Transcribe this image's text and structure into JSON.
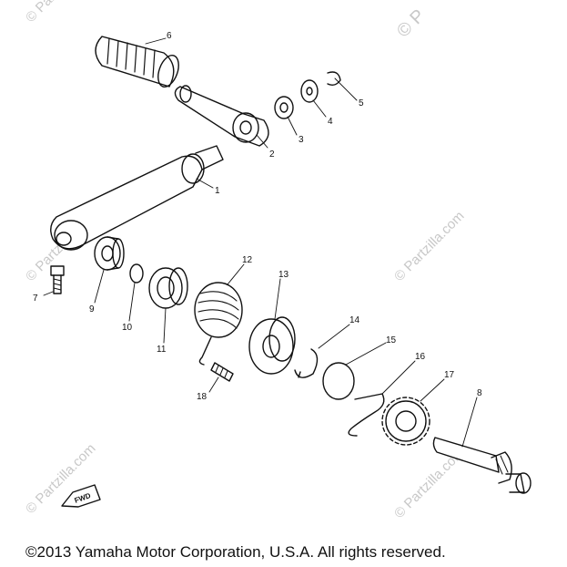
{
  "watermark": {
    "text": "© Partzilla.com",
    "corner_text": "© P"
  },
  "callouts": [
    {
      "id": "1",
      "label": "1"
    },
    {
      "id": "2",
      "label": "2"
    },
    {
      "id": "3",
      "label": "3"
    },
    {
      "id": "4",
      "label": "4"
    },
    {
      "id": "5",
      "label": "5"
    },
    {
      "id": "6",
      "label": "6"
    },
    {
      "id": "7",
      "label": "7"
    },
    {
      "id": "8",
      "label": "8"
    },
    {
      "id": "9",
      "label": "9"
    },
    {
      "id": "10",
      "label": "10"
    },
    {
      "id": "11",
      "label": "11"
    },
    {
      "id": "12",
      "label": "12"
    },
    {
      "id": "13",
      "label": "13"
    },
    {
      "id": "14",
      "label": "14"
    },
    {
      "id": "15",
      "label": "15"
    },
    {
      "id": "16",
      "label": "16"
    },
    {
      "id": "17",
      "label": "17"
    },
    {
      "id": "18",
      "label": "18"
    }
  ],
  "fwd_label": "FWD",
  "copyright": "©2013  Yamaha Motor Corporation, U.S.A. All rights reserved."
}
